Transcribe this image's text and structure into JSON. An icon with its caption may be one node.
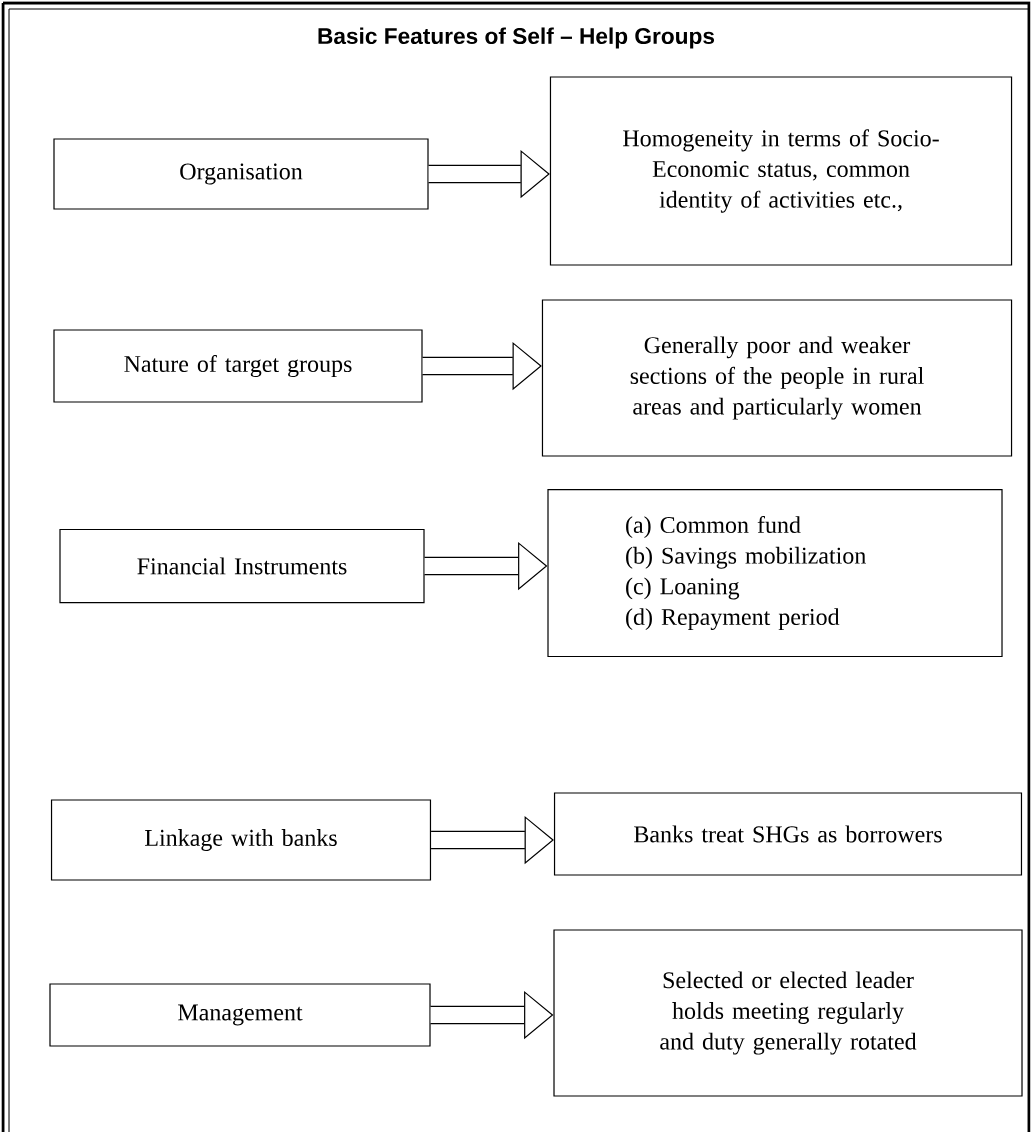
{
  "diagram": {
    "title": "Basic Features of Self – Help Groups",
    "nodes": [
      {
        "text": [
          "Organisation"
        ]
      },
      {
        "text": [
          "Homogeneity in terms of Socio- Economic status, common identity of activities etc.,"
        ]
      },
      {
        "text": [
          "Nature of target groups"
        ]
      },
      {
        "text": [
          "Generally poor and weaker sections of the people in rural areas and particularly women"
        ]
      },
      {
        "text": [
          "Financial Instruments"
        ]
      },
      {
        "text": [
          "(a) Common fund",
          "(b) Savings mobilization",
          "(c) Loaning",
          "(d) Repayment period"
        ]
      },
      {
        "text": [
          "Linkage with banks"
        ]
      },
      {
        "text": [
          "Banks treat SHGs as borrowers"
        ]
      },
      {
        "text": [
          "Management"
        ]
      },
      {
        "text": [
          "Selected or elected leader holds meeting regularly and duty generally rotated"
        ]
      }
    ],
    "edges": [
      {
        "from": 0,
        "to": 1,
        "arrow": "to"
      },
      {
        "from": 2,
        "to": 3,
        "arrow": "to"
      },
      {
        "from": 4,
        "to": 5,
        "arrow": "to"
      },
      {
        "from": 6,
        "to": 7,
        "arrow": "to"
      },
      {
        "from": 8,
        "to": 9,
        "arrow": "to"
      }
    ]
  }
}
